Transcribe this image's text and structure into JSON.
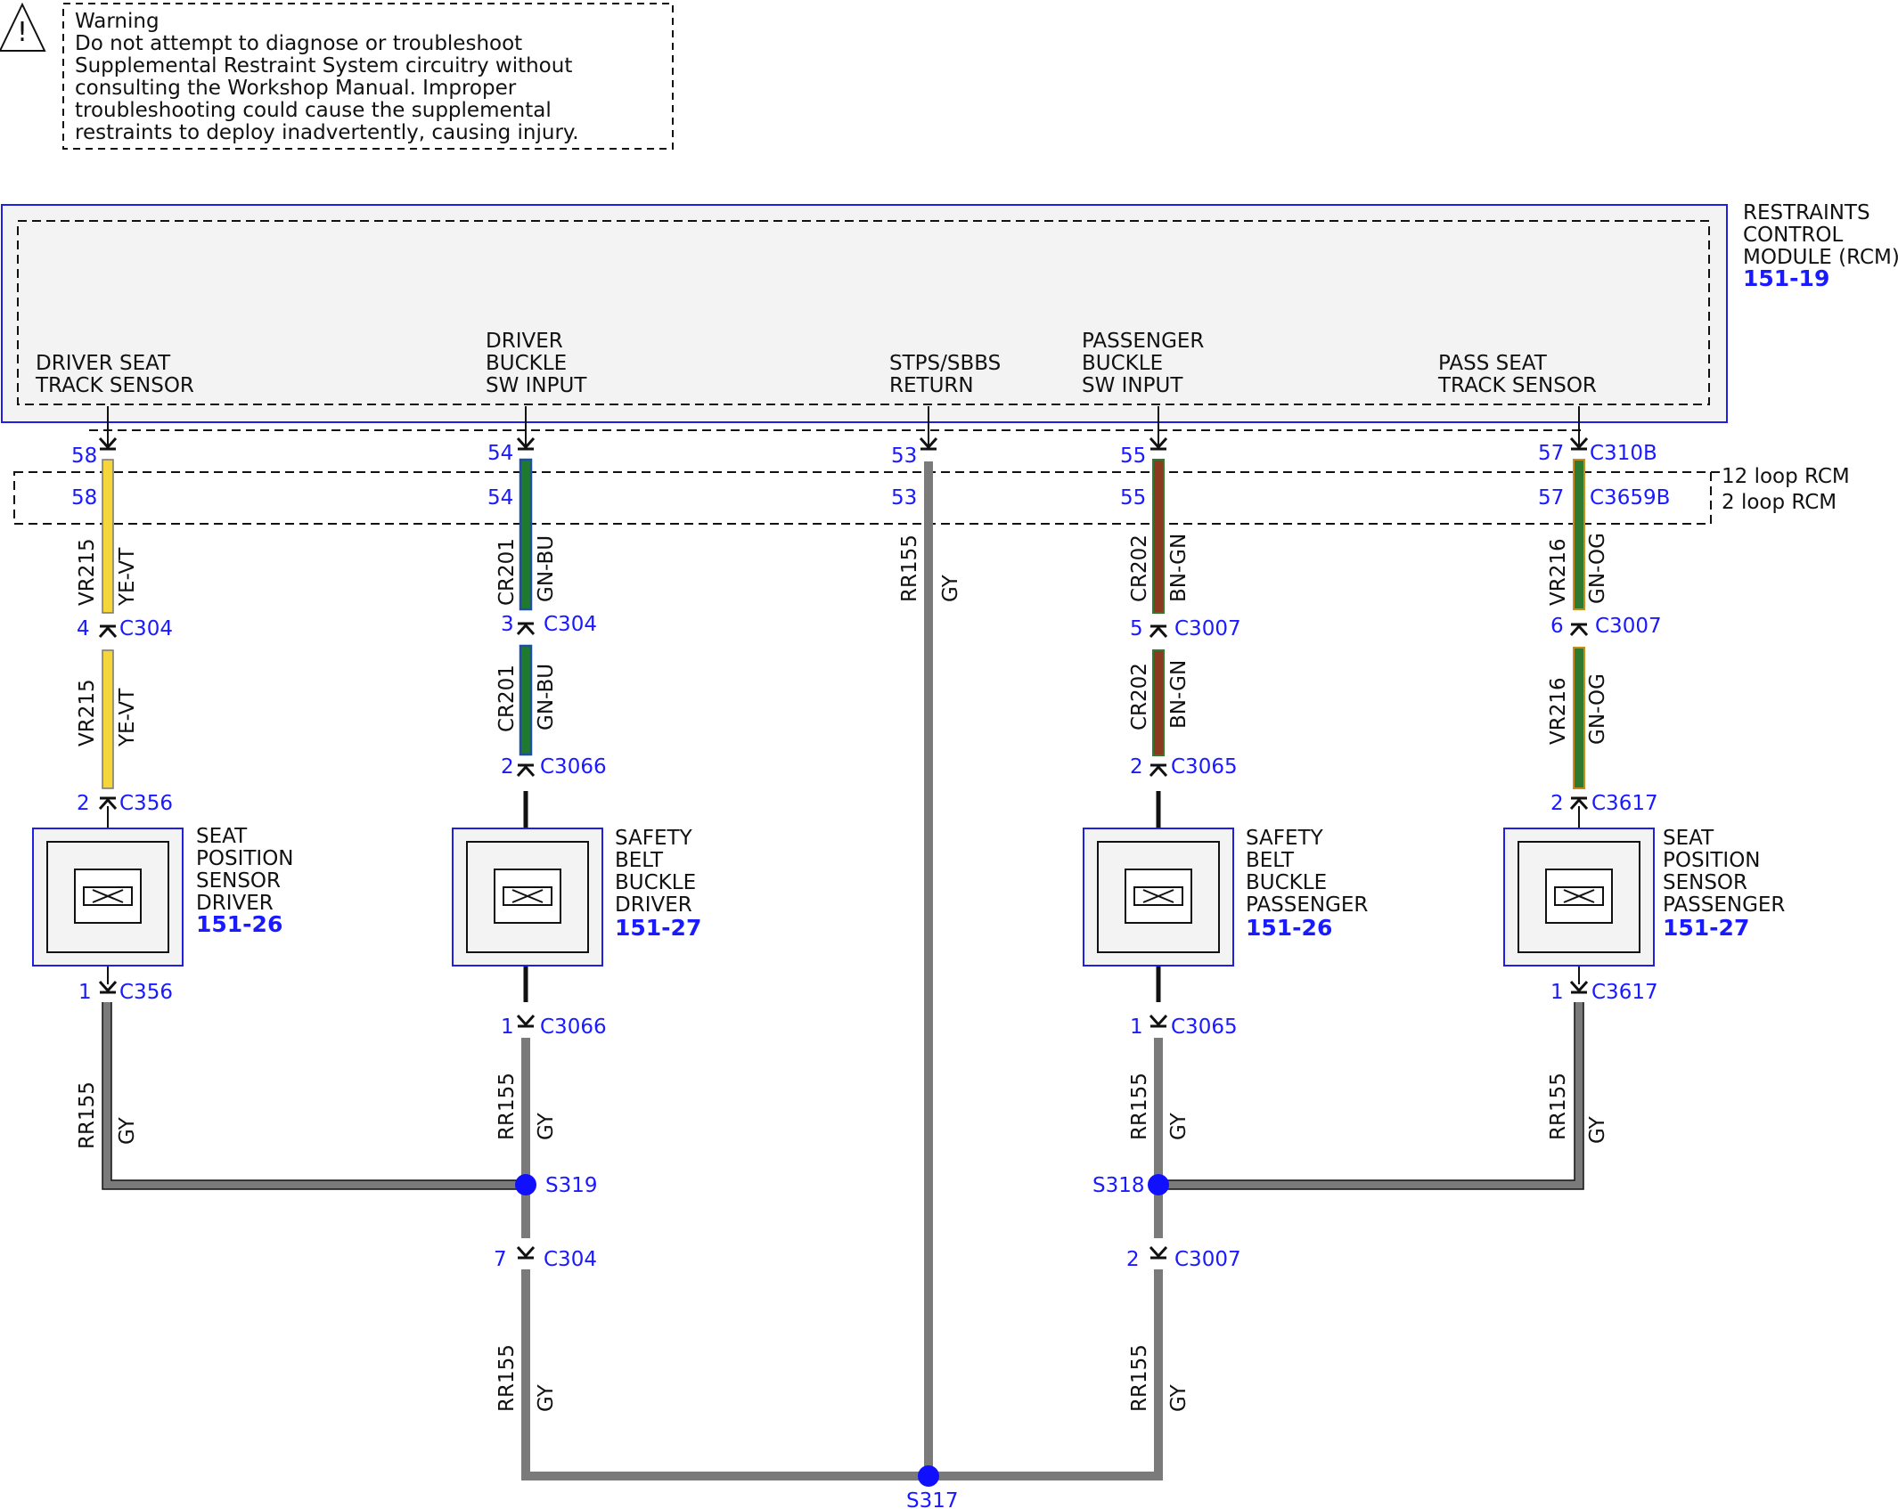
{
  "warning": {
    "title": "Warning",
    "lines": [
      "Do not attempt to diagnose or troubleshoot",
      "Supplemental Restraint System circuitry without",
      "consulting the Workshop Manual. Improper",
      "troubleshooting could cause the supplemental",
      "restraints to deploy inadvertently, causing injury."
    ]
  },
  "module": {
    "name_lines": [
      "RESTRAINTS",
      "CONTROL",
      "MODULE (RCM)"
    ],
    "ref": "151-19"
  },
  "variants": {
    "v12": "12 loop RCM",
    "v2": "2 loop RCM"
  },
  "circuits": [
    {
      "id": "driver-seat-track",
      "func_lines": [
        "DRIVER SEAT",
        "TRACK SENSOR"
      ],
      "pin_a": "58",
      "pin_b": "58",
      "conn_rcm": "",
      "wire_circuit": "VR215",
      "wire_color": "YE-VT",
      "wire_hex": [
        "#f5d53a",
        "#f5d53a"
      ],
      "inline_pin": "4",
      "inline_conn": "C304",
      "comp_pin_in": "2",
      "comp_conn": "C356",
      "comp_lines": [
        "SEAT",
        "POSITION",
        "SENSOR",
        "DRIVER"
      ],
      "comp_ref": "151-26",
      "ret_pin": "1",
      "ret_conn": "C356",
      "ret_circuit": "RR155",
      "ret_color": "GY"
    },
    {
      "id": "driver-buckle",
      "func_lines": [
        "DRIVER",
        "BUCKLE",
        "SW INPUT"
      ],
      "pin_a": "54",
      "pin_b": "54",
      "conn_rcm": "",
      "wire_circuit": "CR201",
      "wire_color": "GN-BU",
      "wire_hex": [
        "#1f7a2e",
        "#1f4fa0"
      ],
      "inline_pin": "3",
      "inline_conn": "C304",
      "comp_pin_in": "2",
      "comp_conn": "C3066",
      "comp_lines": [
        "SAFETY",
        "BELT",
        "BUCKLE",
        "DRIVER"
      ],
      "comp_ref": "151-27",
      "ret_pin": "1",
      "ret_conn": "C3066",
      "ret_circuit": "RR155",
      "ret_color": "GY"
    },
    {
      "id": "stps-return",
      "func_lines": [
        "STPS/SBBS",
        "RETURN"
      ],
      "pin_a": "53",
      "pin_b": "53",
      "wire_circuit": "RR155",
      "wire_color": "GY"
    },
    {
      "id": "passenger-buckle",
      "func_lines": [
        "PASSENGER",
        "BUCKLE",
        "SW INPUT"
      ],
      "pin_a": "55",
      "pin_b": "55",
      "conn_rcm": "",
      "wire_circuit": "CR202",
      "wire_color": "BN-GN",
      "wire_hex": [
        "#8a3b1f",
        "#2f7a2e"
      ],
      "inline_pin": "5",
      "inline_conn": "C3007",
      "comp_pin_in": "2",
      "comp_conn": "C3065",
      "comp_lines": [
        "SAFETY",
        "BELT",
        "BUCKLE",
        "PASSENGER"
      ],
      "comp_ref": "151-26",
      "ret_pin": "1",
      "ret_conn": "C3065",
      "ret_circuit": "RR155",
      "ret_color": "GY"
    },
    {
      "id": "pass-seat-track",
      "func_lines": [
        "PASS SEAT",
        "TRACK SENSOR"
      ],
      "pin_a": "57",
      "pin_b": "57",
      "conn_a": "C310B",
      "conn_b": "C3659B",
      "wire_circuit": "VR216",
      "wire_color": "GN-OG",
      "wire_hex": [
        "#2f7a2e",
        "#d08a1a"
      ],
      "inline_pin": "6",
      "inline_conn": "C3007",
      "comp_pin_in": "2",
      "comp_conn": "C3617",
      "comp_lines": [
        "SEAT",
        "POSITION",
        "SENSOR",
        "PASSENGER"
      ],
      "comp_ref": "151-27",
      "ret_pin": "1",
      "ret_conn": "C3617",
      "ret_circuit": "RR155",
      "ret_color": "GY"
    }
  ],
  "splices": {
    "s319": "S319",
    "s318": "S318",
    "s317": "S317"
  },
  "lower": {
    "left_pin": "7",
    "left_conn": "C304",
    "right_pin": "2",
    "right_conn": "C3007",
    "circuit": "RR155",
    "color": "GY"
  },
  "colors": {
    "module_border": "#2020e0",
    "module_fill": "#f3f3f3",
    "pin_text": "#1a1aff",
    "ground_wire": "#7a7a7a",
    "splice_dot": "#1010ff"
  }
}
